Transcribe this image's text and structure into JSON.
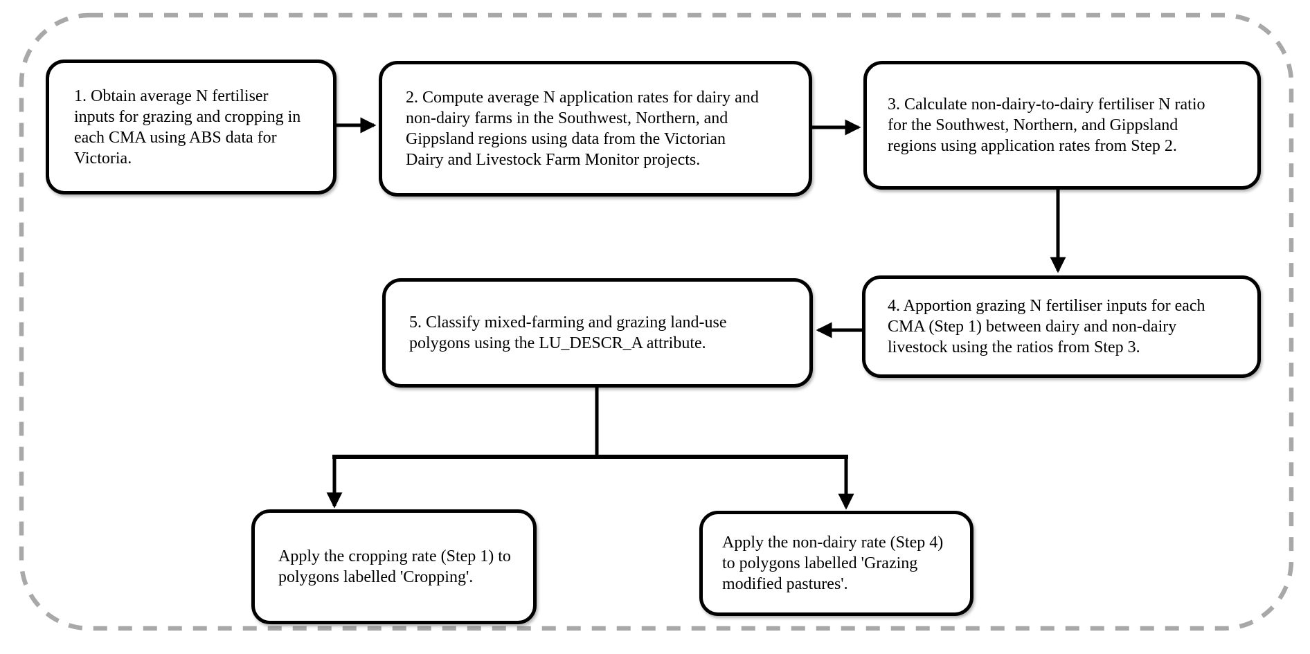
{
  "diagram": {
    "type": "flowchart",
    "colors": {
      "box_fill": "#ffffff",
      "box_border": "#000000",
      "arrow": "#000000",
      "outer_border": "#a8a8a8",
      "background": "#ffffff"
    },
    "outer_border_style": "dashed-rounded-rectangle",
    "nodes": [
      {
        "id": "step1",
        "label": "1. Obtain average N fertiliser\ninputs for grazing and cropping in\neach CMA using ABS data for\nVictoria."
      },
      {
        "id": "step2",
        "label": "2. Compute average N application rates for dairy and\nnon-dairy farms in the Southwest, Northern, and\nGippsland regions using data from the Victorian\nDairy and Livestock Farm Monitor projects."
      },
      {
        "id": "step3",
        "label": "3. Calculate non-dairy-to-dairy fertiliser N ratio\nfor the Southwest, Northern, and Gippsland\nregions using application rates from Step 2."
      },
      {
        "id": "step4",
        "label": "4. Apportion grazing N fertiliser inputs for each\nCMA (Step 1) between dairy and non-dairy\nlivestock using the ratios from Step 3."
      },
      {
        "id": "step5",
        "label": "5. Classify mixed-farming and grazing land-use\npolygons using the LU_DESCR_A attribute."
      },
      {
        "id": "apply-cropping",
        "label": "Apply the cropping rate (Step 1) to\npolygons labelled 'Cropping'."
      },
      {
        "id": "apply-non-dairy",
        "label": "Apply the non-dairy rate (Step 4)\nto polygons labelled 'Grazing\nmodified pastures'."
      }
    ],
    "edges": [
      {
        "from": "step1",
        "to": "step2",
        "direction": "right"
      },
      {
        "from": "step2",
        "to": "step3",
        "direction": "right"
      },
      {
        "from": "step3",
        "to": "step4",
        "direction": "down"
      },
      {
        "from": "step4",
        "to": "step5",
        "direction": "left"
      },
      {
        "from": "step5",
        "to": "apply-cropping",
        "direction": "down-branch-left"
      },
      {
        "from": "step5",
        "to": "apply-non-dairy",
        "direction": "down-branch-right"
      }
    ]
  }
}
